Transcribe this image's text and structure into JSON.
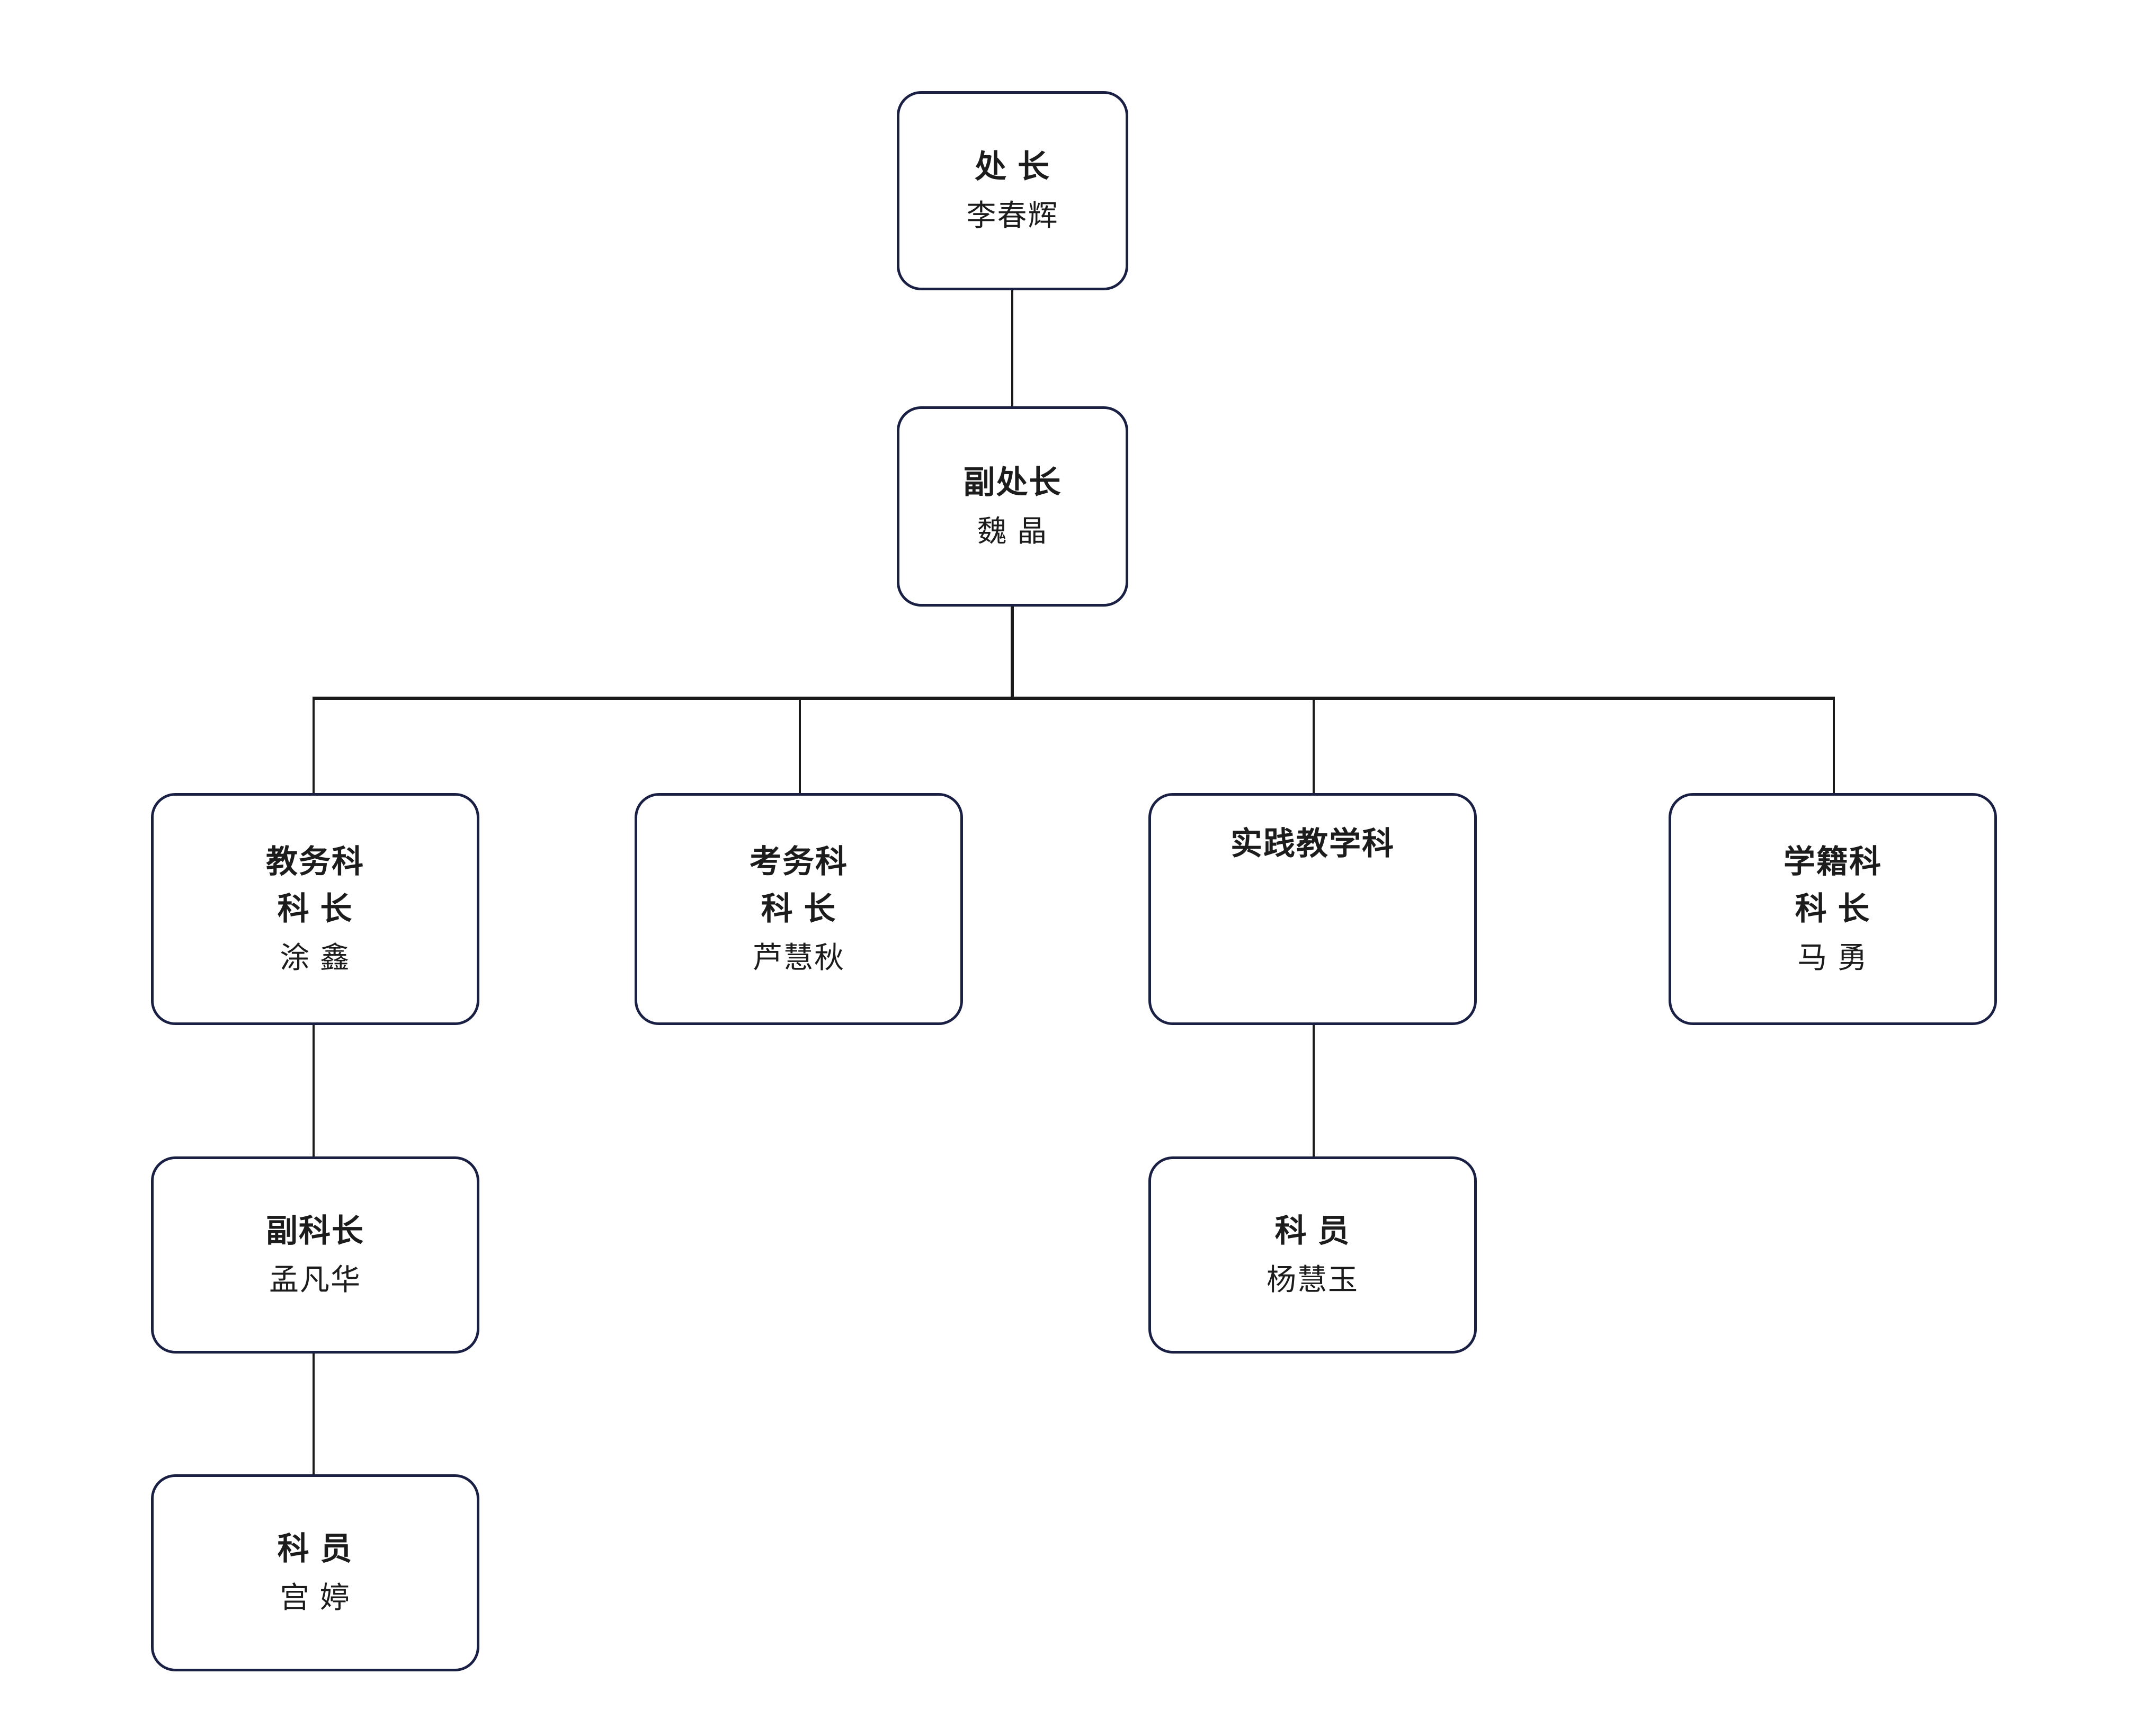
{
  "chart_title": "",
  "style": {
    "box_border_color": "#1a1f44",
    "connector_color": "#1a1a1a",
    "background_color": "#ffffff",
    "text_color": "#1c1c1c"
  },
  "nodes": {
    "director": {
      "title": "处 长",
      "name": "李春辉"
    },
    "deputy_director": {
      "title": "副处长",
      "name": "魏 晶"
    },
    "academic_affairs_section": {
      "department": "教务科",
      "title": "科 长",
      "name": "涂 鑫"
    },
    "exam_affairs_section": {
      "department": "考务科",
      "title": "科 长",
      "name": "芦慧秋"
    },
    "practical_teaching_section": {
      "department": "实践教学科",
      "title": "",
      "name": ""
    },
    "student_status_section": {
      "department": "学籍科",
      "title": "科 长",
      "name": "马 勇"
    },
    "deputy_section_chief": {
      "title": "副科长",
      "name": "孟凡华"
    },
    "clerk_practical": {
      "title": "科 员",
      "name": "杨慧玉"
    },
    "clerk_academic": {
      "title": "科 员",
      "name": "宫 婷"
    }
  },
  "relations": [
    "director -> deputy_director",
    "deputy_director -> academic_affairs_section",
    "deputy_director -> exam_affairs_section",
    "deputy_director -> practical_teaching_section",
    "deputy_director -> student_status_section",
    "academic_affairs_section -> deputy_section_chief",
    "deputy_section_chief -> clerk_academic",
    "practical_teaching_section -> clerk_practical"
  ]
}
